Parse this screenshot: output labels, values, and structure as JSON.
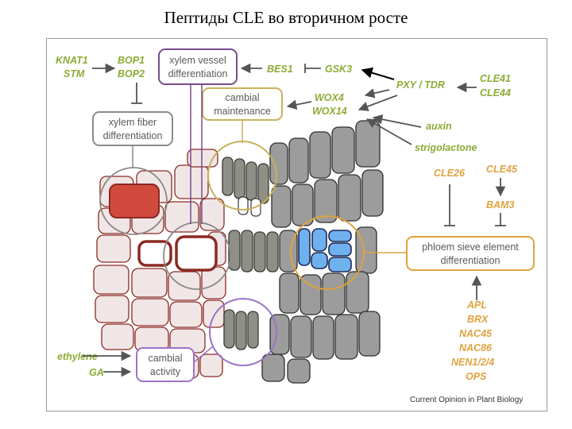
{
  "slide": {
    "title": "Пептиды CLE во вторичном росте"
  },
  "genes": {
    "knat1": "KNAT1",
    "stm": "STM",
    "bop1": "BOP1",
    "bop2": "BOP2",
    "bes1": "BES1",
    "gsk3": "GSK3",
    "pxy_tdr": "PXY / TDR",
    "clea": "CLE41",
    "cleb": "CLE44",
    "wox4": "WOX4",
    "wox14": "WOX14",
    "auxin": "auxin",
    "strigolactone": "strigolactone",
    "cle26": "CLE26",
    "cle45": "CLE45",
    "bam3": "BAM3",
    "ethylene": "ethylene",
    "ga": "GA",
    "apl": "APL",
    "brx": "BRX",
    "nac45": "NAC45",
    "nac86": "NAC86",
    "nen": "NEN1/2/4",
    "ops": "OPS"
  },
  "boxes": {
    "xylem_vessel": [
      "xylem vessel",
      "differentiation"
    ],
    "cambial_maintenance": [
      "cambial",
      "maintenance"
    ],
    "xylem_fiber": [
      "xylem fiber",
      "differentiation"
    ],
    "phloem": [
      "phloem sieve element",
      "differentiation"
    ],
    "cambial_activity": [
      "cambial",
      "activity"
    ]
  },
  "caption": "Current Opinion in Plant Biology",
  "colors": {
    "green": "#8dab35",
    "orange": "#e0a23e",
    "xylem_border": "#8b2a23",
    "xylem_cell": "#f0e6e6",
    "fiber_red": "#d24a3e",
    "cambium": "#8f8f86",
    "phloem_cell": "#9c9c9c",
    "sieve_blue": "#6fb1ee",
    "purple": "#7b4a8e",
    "tan": "#c9b15a"
  }
}
